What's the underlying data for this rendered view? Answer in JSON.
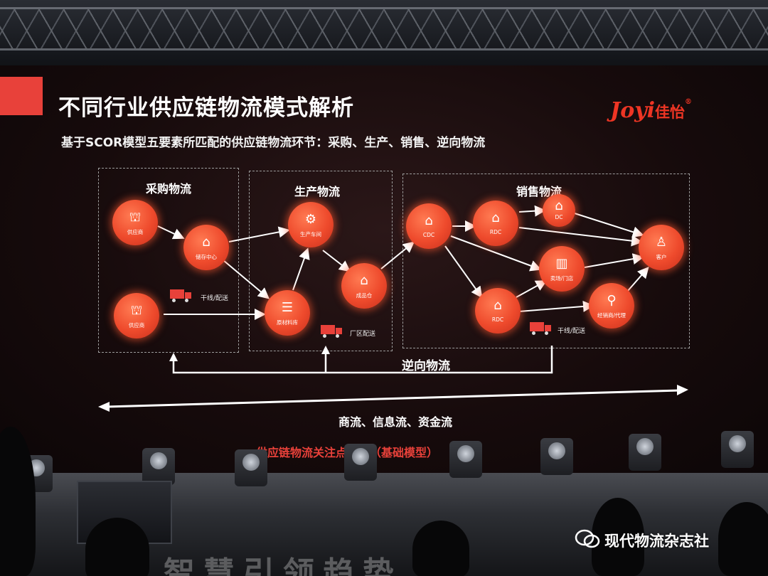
{
  "slide": {
    "title": "不同行业供应链物流模式解析",
    "subtitle": "基于SCOR模型五要素所匹配的供应链物流环节：采购、生产、销售、逆向物流",
    "logo_text": "Joyi",
    "logo_cn": "佳怡",
    "logo_reg": "®"
  },
  "sections": {
    "procurement": "采购物流",
    "production": "生产物流",
    "sales": "销售物流",
    "reverse": "逆向物流"
  },
  "nodes": {
    "supplier_1": "供应商",
    "supplier_2": "供应商",
    "storage_center": "储存中心",
    "production_workshop": "生产车间",
    "raw_material_warehouse": "原材料库",
    "finished_goods_warehouse": "成品仓",
    "cdc": "CDC",
    "rdc_top": "RDC",
    "dc": "DC",
    "rdc_bottom": "RDC",
    "retail_store": "卖场/门店",
    "dealer": "经销商/代理",
    "customer": "客户"
  },
  "annotations": {
    "trunk_delivery_left": "干线/配送",
    "factory_delivery": "厂区配送",
    "trunk_delivery_right": "干线/配送"
  },
  "bottom": {
    "flows": "商流、信息流、资金流",
    "partial_red": "供应链物流关注点模型（基础模型）"
  },
  "overlay": {
    "watermark": "现代物流杂志社",
    "banner": "智慧引领趋势"
  },
  "colors": {
    "accent_red": "#e8413a",
    "node_orange": "#ee4a2c",
    "text_white": "#ffffff"
  }
}
